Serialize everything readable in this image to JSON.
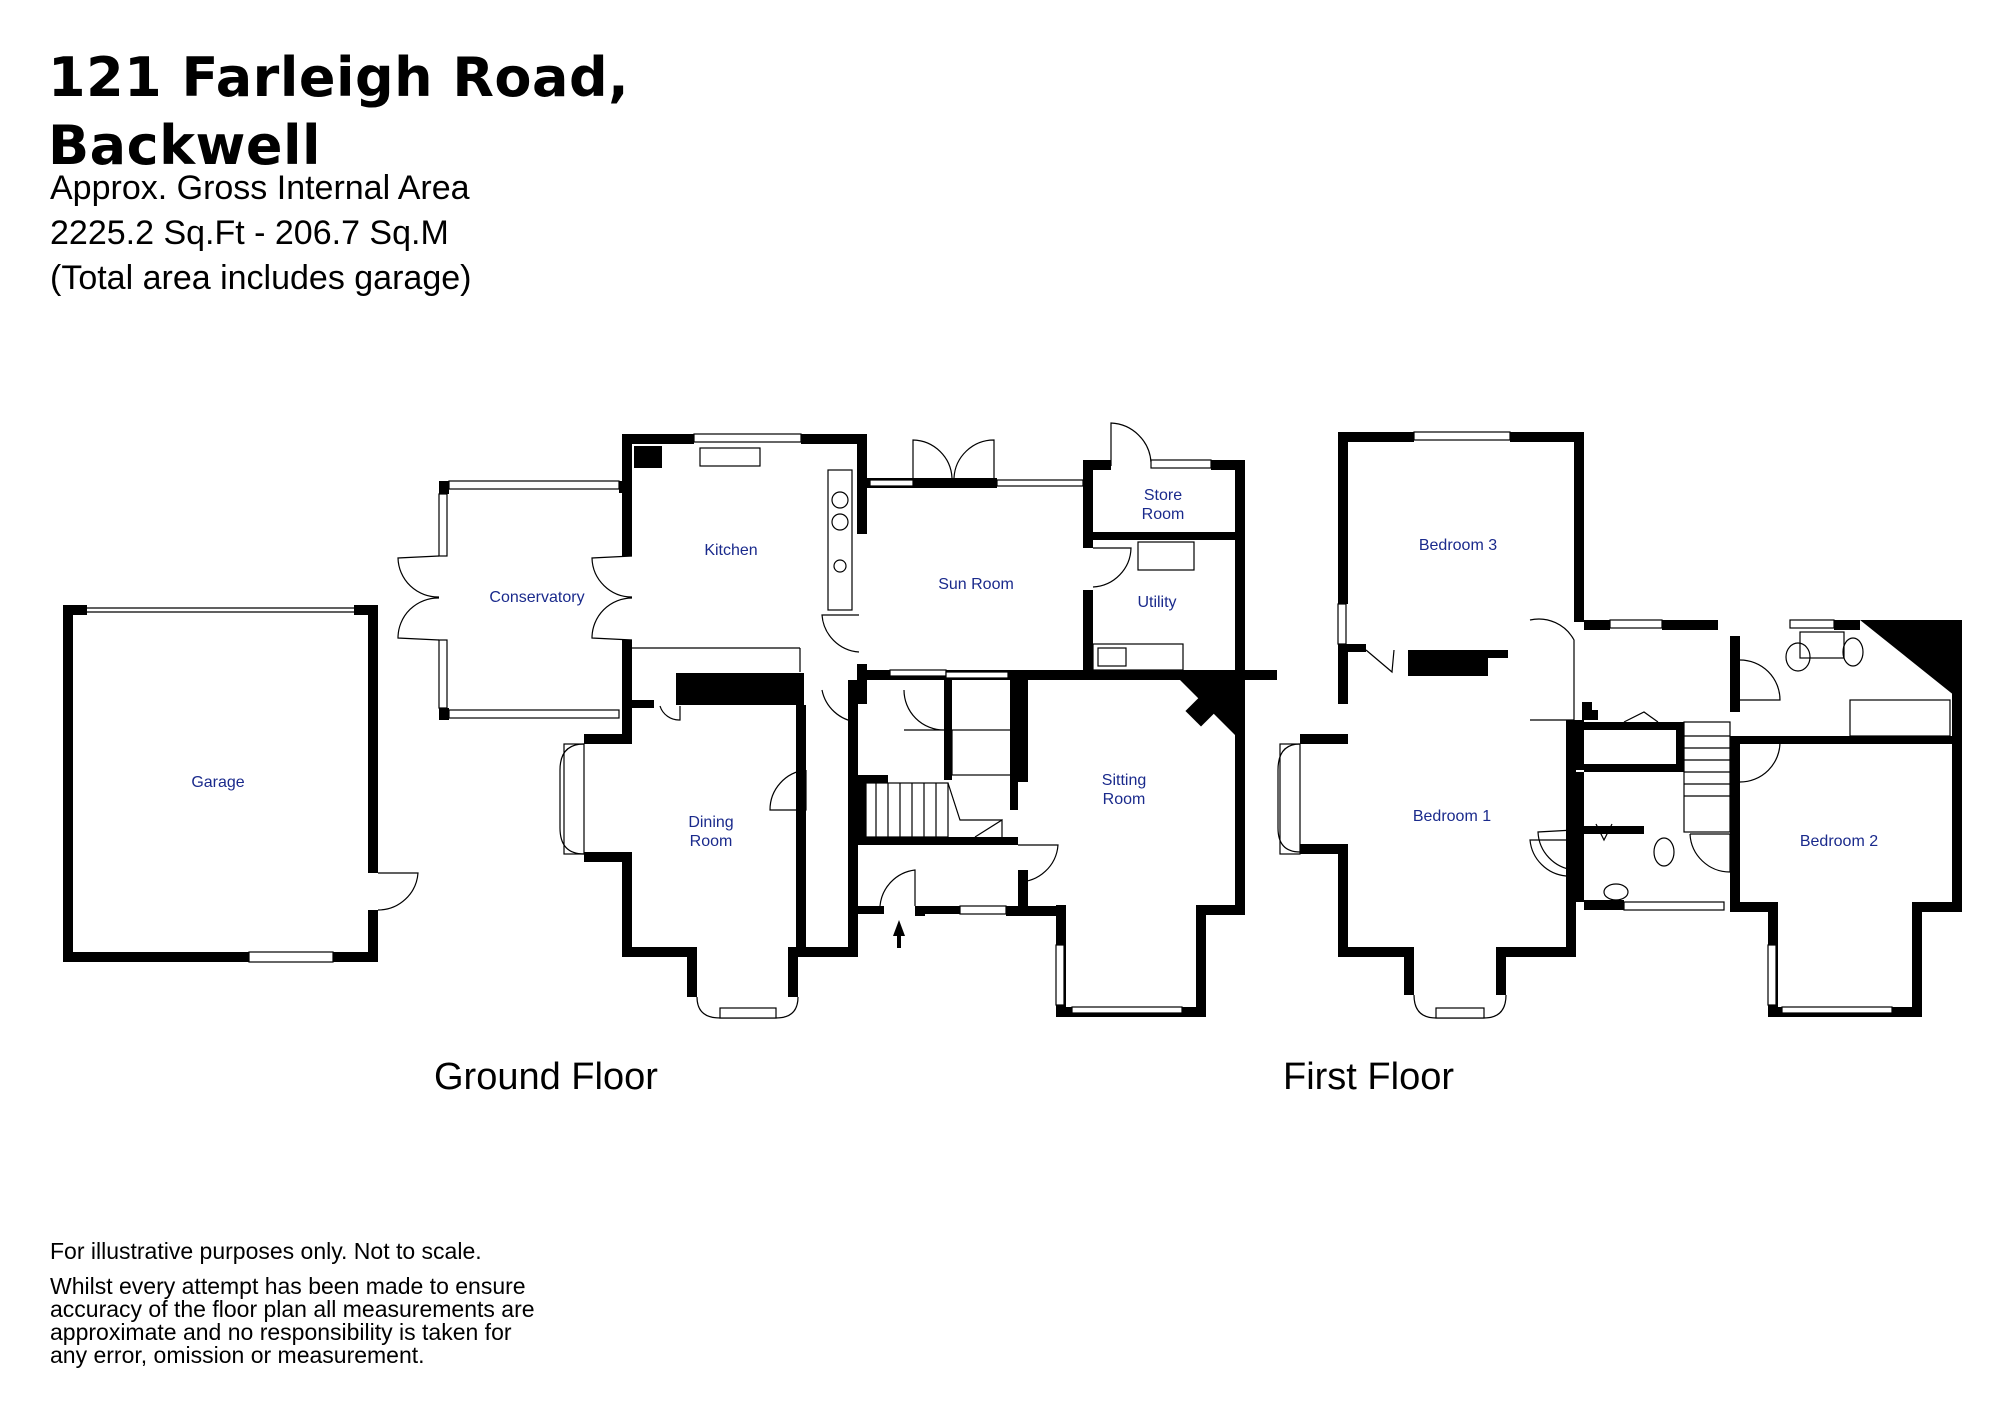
{
  "header": {
    "address_line1": "121 Farleigh Road,",
    "address_line2": "Backwell",
    "area_line1": "Approx. Gross Internal Area",
    "area_line2": "2225.2 Sq.Ft - 206.7 Sq.M",
    "area_line3": "(Total area includes garage)"
  },
  "floors": {
    "ground": "Ground Floor",
    "first": "First Floor"
  },
  "rooms": {
    "garage": "Garage",
    "conservatory": "Conservatory",
    "kitchen": "Kitchen",
    "sun_room": "Sun Room",
    "store_room_1": "Store",
    "store_room_2": "Room",
    "utility": "Utility",
    "dining_room_1": "Dining",
    "dining_room_2": "Room",
    "sitting_room_1": "Sitting",
    "sitting_room_2": "Room",
    "bedroom_3": "Bedroom 3",
    "bedroom_1": "Bedroom 1",
    "bedroom_2": "Bedroom 2"
  },
  "disclaimer": {
    "line1": "For illustrative purposes only. Not to scale.",
    "line2": "Whilst every attempt has been made to ensure",
    "line3": "accuracy of the floor plan all measurements are",
    "line4": "approximate and no responsibility is taken for",
    "line5": "any error, omission or measurement."
  }
}
